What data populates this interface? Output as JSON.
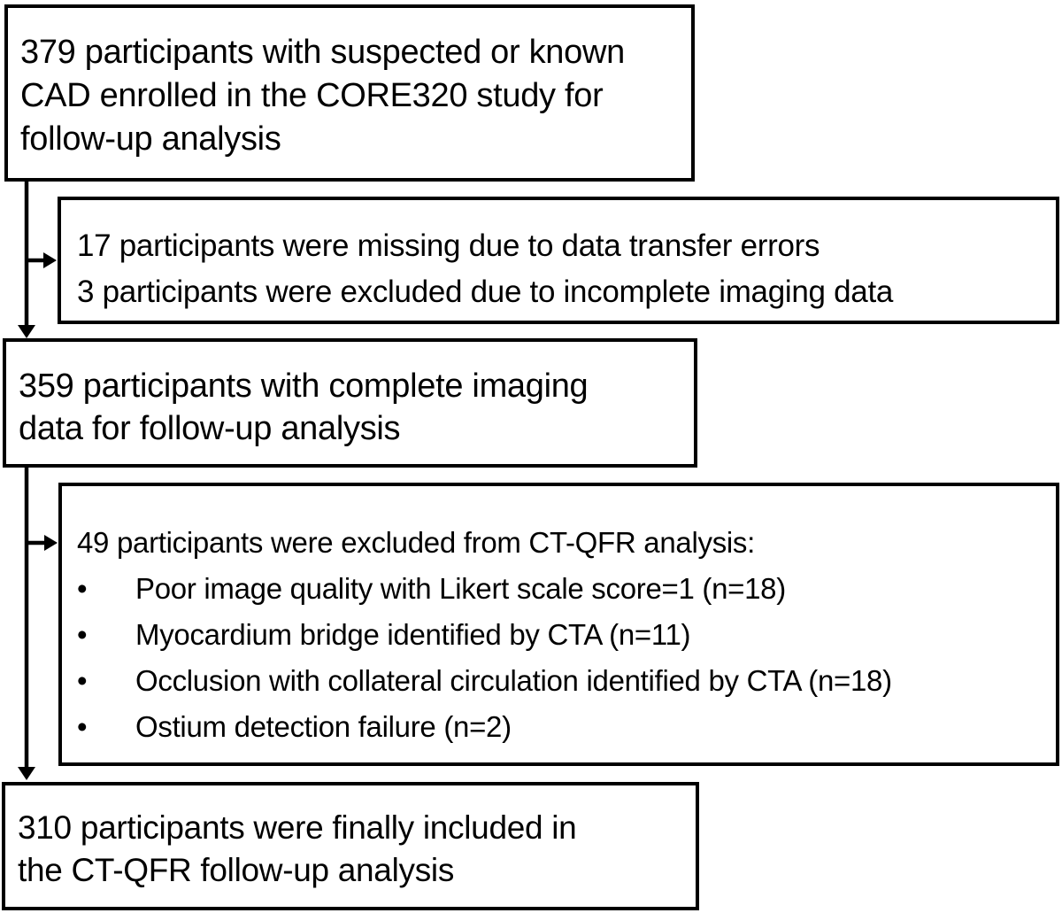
{
  "figure": {
    "background_color": "#ffffff",
    "line_color": "#000000",
    "description": "Participant flow diagram of the CORE320 CT-QFR follow-up analysis"
  },
  "boxes": {
    "enrolled": {
      "lines": [
        "379 participants with suspected or known",
        "CAD enrolled in the CORE320 study for",
        "follow-up analysis"
      ]
    },
    "missing": {
      "lines": [
        "17 participants were missing due to data transfer errors",
        "3 participants were excluded due to incomplete imaging data"
      ]
    },
    "complete": {
      "lines": [
        "359 participants with complete imaging",
        "data for follow-up analysis"
      ]
    },
    "excluded": {
      "heading": "49 participants were excluded from CT-QFR analysis:",
      "bullet_glyph": "•",
      "bullets": [
        "Poor image quality with Likert scale score=1 (n=18)",
        "Myocardium bridge identified by CTA (n=11)",
        "Occlusion with collateral circulation identified by CTA (n=18)",
        "Ostium detection failure (n=2)"
      ]
    },
    "final": {
      "lines": [
        "310 participants were finally included in",
        "the CT-QFR follow-up analysis"
      ]
    }
  }
}
